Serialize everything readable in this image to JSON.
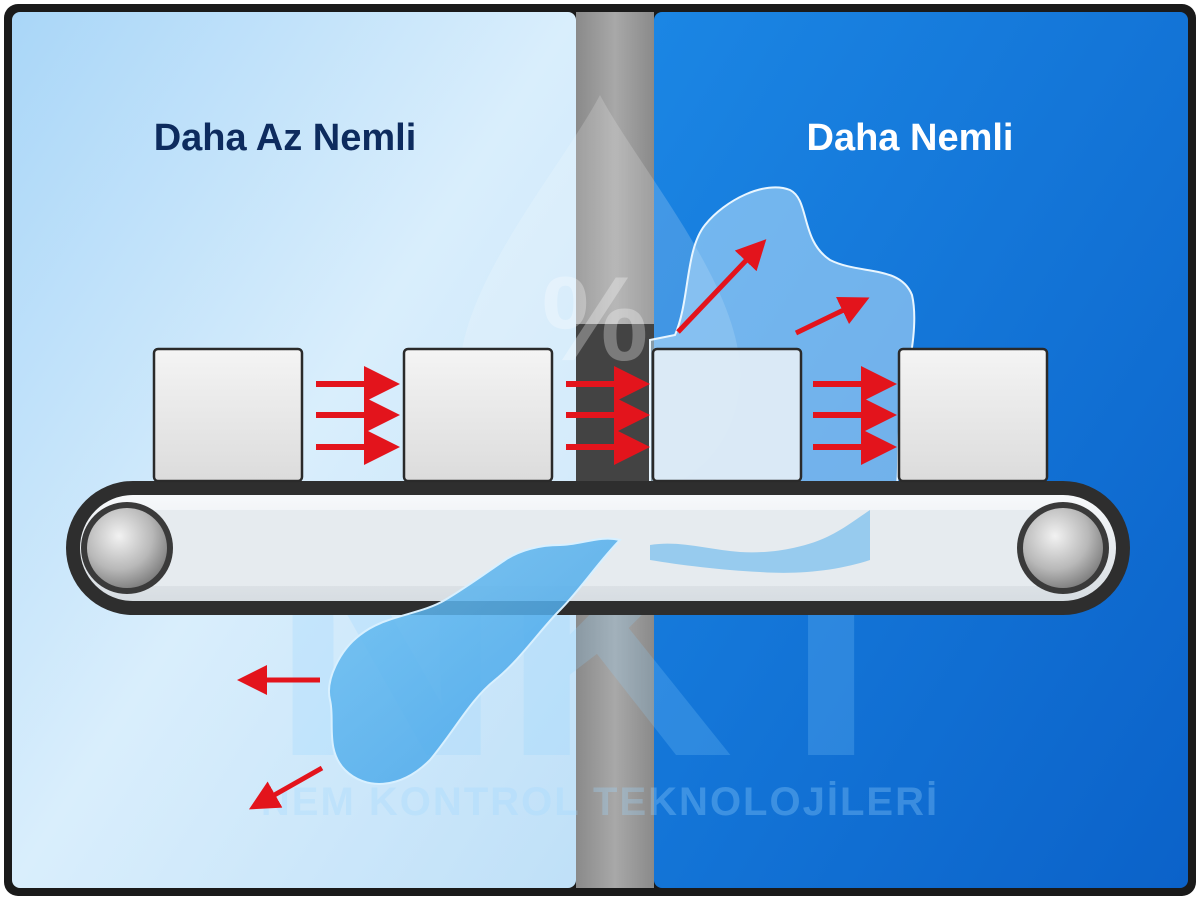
{
  "zones": {
    "left_label": "Daha Az Nemli",
    "right_label": "Daha Nemli"
  },
  "watermark": {
    "logo_text": "NKT",
    "symbol": "%",
    "tagline": "NEM KONTROL TEKNOLOJİLERİ"
  },
  "colors": {
    "left_zone": "#cfe8fb",
    "right_zone": "#0a6fd6",
    "divider_wall": "#9a9a9a",
    "left_label": "#0d2b5e",
    "right_label": "#ffffff",
    "arrow": "#e3141c",
    "water": "#56b0ec",
    "box": "#e8e8e8",
    "belt": "#2e2e2e"
  },
  "icons": [
    "box-icon",
    "arrow-icon",
    "roller-icon",
    "water-drop-icon"
  ]
}
